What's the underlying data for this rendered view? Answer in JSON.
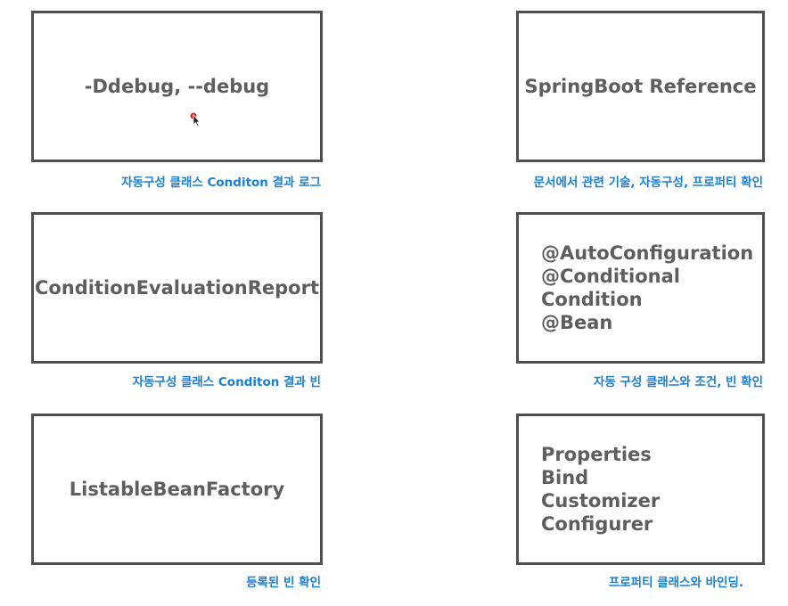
{
  "boxes": [
    {
      "text": "-Ddebug, --debug",
      "caption": "자동구성 클래스 Conditon 결과 로그"
    },
    {
      "text": "SpringBoot Reference",
      "caption": "문서에서 관련 기술, 자동구성, 프로퍼티 확인"
    },
    {
      "text": "ConditionEvaluationReport",
      "caption": "자동구성 클래스 Conditon 결과 빈"
    },
    {
      "lines": [
        "@AutoConfiguration",
        "@Conditional",
        "Condition",
        "@Bean"
      ],
      "caption": "자동 구성 클래스와 조건, 빈 확인"
    },
    {
      "text": "ListableBeanFactory",
      "caption": "등록된 빈 확인"
    },
    {
      "lines": [
        "Properties",
        "Bind",
        "Customizer",
        "Configurer"
      ],
      "caption": "프로퍼티 클래스와 바인딩."
    }
  ],
  "colors": {
    "border": "#505050",
    "text": "#5e5e5e",
    "caption": "#1a7fd6",
    "cursor_dot": "#d62828"
  }
}
